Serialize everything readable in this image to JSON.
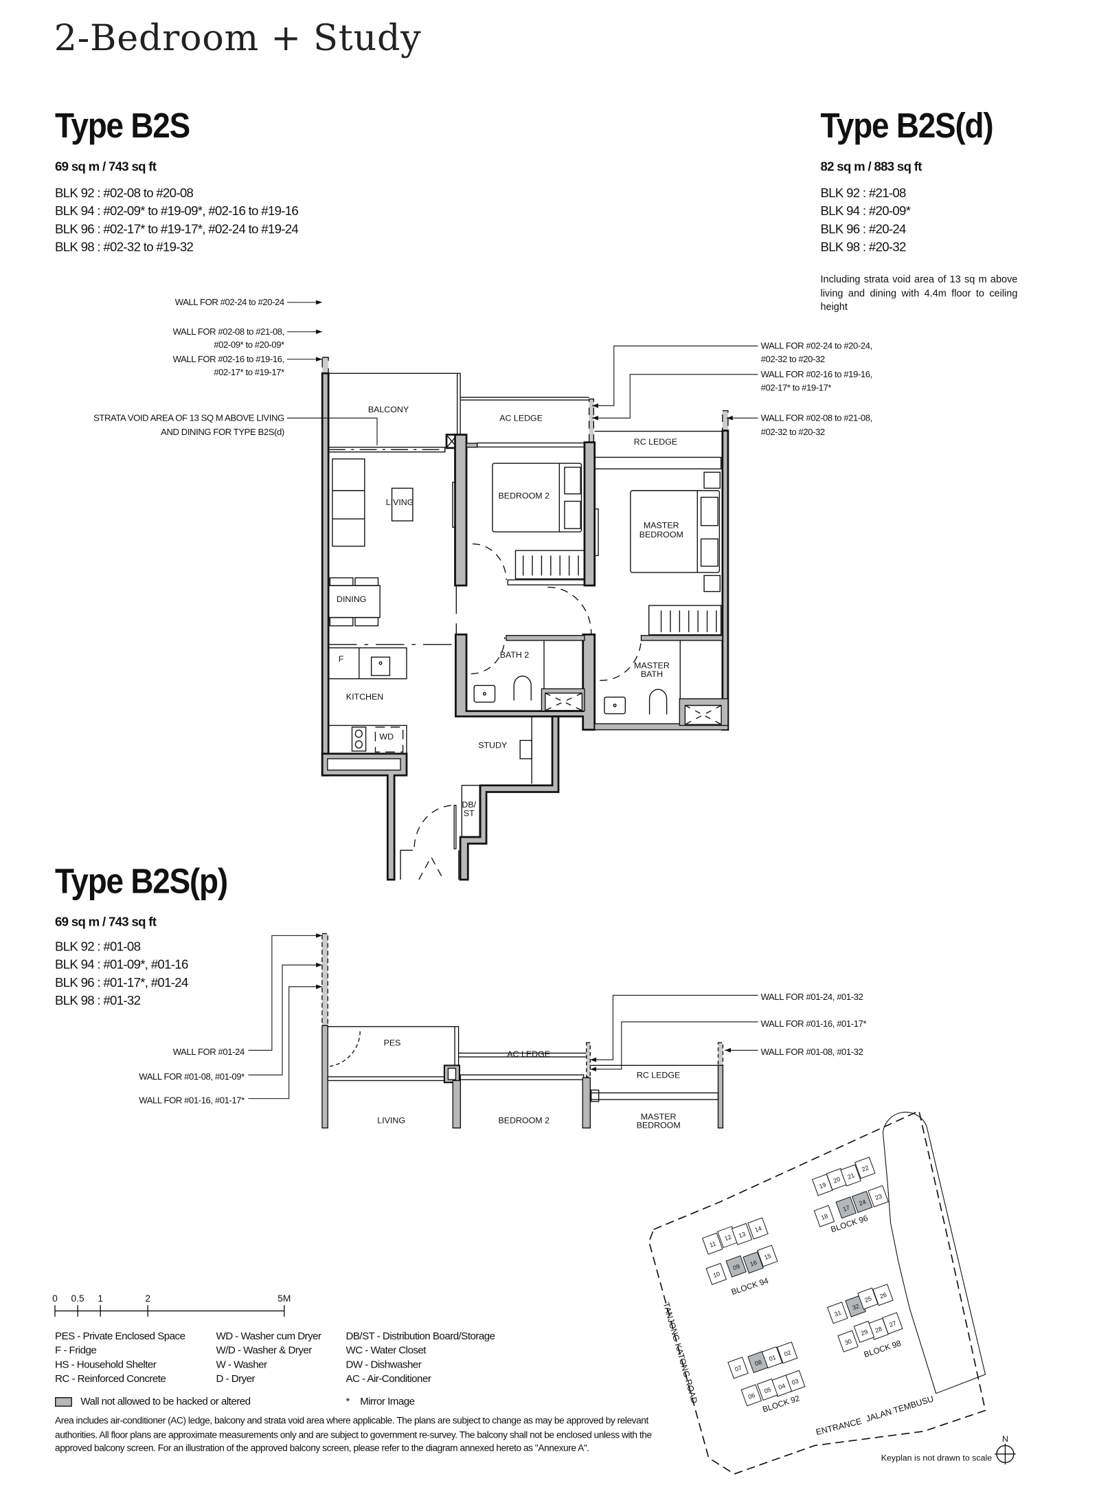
{
  "page_title": "2-Bedroom + Study",
  "units": {
    "b2s": {
      "title": "Type B2S",
      "area": "69 sq m / 743 sq ft",
      "blocks": [
        "BLK 92 : #02-08 to #20-08",
        "BLK 94 : #02-09* to #19-09*, #02-16 to #19-16",
        "BLK 96 : #02-17* to #19-17*, #02-24 to #19-24",
        "BLK 98 : #02-32 to #19-32"
      ]
    },
    "b2sd": {
      "title": "Type B2S(d)",
      "area": "82 sq m / 883 sq ft",
      "blocks": [
        "BLK 92 : #21-08",
        "BLK 94 : #20-09*",
        "BLK 96 : #20-24",
        "BLK 98 : #20-32"
      ],
      "note": "Including strata void area of 13 sq m above living and dining with 4.4m floor to ceiling height"
    },
    "b2sp": {
      "title": "Type B2S(p)",
      "area": "69 sq m / 743 sq ft",
      "blocks": [
        "BLK 92 : #01-08",
        "BLK 94 : #01-09*, #01-16",
        "BLK 96 : #01-17*, #01-24",
        "BLK 98 : #01-32"
      ]
    }
  },
  "main_plan": {
    "callouts_left": [
      [
        "WALL FOR #02-24 to #20-24"
      ],
      [
        "WALL FOR #02-08 to #21-08,",
        "#02-09* to #20-09*"
      ],
      [
        "WALL FOR #02-16 to #19-16,",
        "#02-17* to #19-17*"
      ],
      [
        "STRATA VOID AREA OF 13 SQ M ABOVE LIVING",
        "AND DINING FOR TYPE  B2S(d)"
      ]
    ],
    "callouts_right": [
      [
        "WALL FOR #02-24 to #20-24,",
        "#02-32 to #20-32"
      ],
      [
        "WALL FOR #02-16 to #19-16,",
        "#02-17* to #19-17*"
      ],
      [
        "WALL FOR #02-08 to #21-08,",
        "#02-32 to #20-32"
      ]
    ],
    "rooms": {
      "balcony": "BALCONY",
      "ac_ledge": "AC LEDGE",
      "rc_ledge": "RC LEDGE",
      "living": "LIVING",
      "bedroom2": "BEDROOM 2",
      "master_bedroom": [
        "MASTER",
        "BEDROOM"
      ],
      "dining": "DINING",
      "bath2": "BATH 2",
      "master_bath": [
        "MASTER",
        "BATH"
      ],
      "fridge": "F",
      "kitchen": "KITCHEN",
      "wd": "WD",
      "study": "STUDY",
      "dbst": [
        "DB/",
        "ST"
      ]
    }
  },
  "pes_plan": {
    "callouts_left": [
      "WALL FOR #01-24",
      "WALL FOR #01-08, #01-09*",
      "WALL FOR #01-16, #01-17*"
    ],
    "callouts_right": [
      "WALL FOR #01-24, #01-32",
      "WALL FOR #01-16, #01-17*",
      "WALL FOR #01-08, #01-32"
    ],
    "rooms": {
      "pes": "PES",
      "ac_ledge": "AC LEDGE",
      "rc_ledge": "RC LEDGE",
      "living": "LIVING",
      "bedroom2": "BEDROOM 2",
      "master_bedroom": [
        "MASTER",
        "BEDROOM"
      ]
    }
  },
  "scale_bar": {
    "ticks": [
      "0",
      "0.5",
      "1",
      "2",
      "5M"
    ]
  },
  "legend": {
    "col1": [
      "PES - Private Enclosed Space",
      "F - Fridge",
      "HS - Household Shelter",
      "RC - Reinforced Concrete"
    ],
    "col2": [
      "WD - Washer cum Dryer",
      "W/D - Washer & Dryer",
      "W - Washer",
      "D - Dryer"
    ],
    "col3": [
      "DB/ST - Distribution Board/Storage",
      "WC - Water Closet",
      "DW - Dishwasher",
      "AC - Air-Conditioner"
    ],
    "wall_note": "Wall not allowed to be hacked or altered",
    "mirror_mark": "*",
    "mirror_note": "Mirror Image",
    "wall_swatch_color": "#b8b8b8"
  },
  "disclaimer": "Area includes air-conditioner (AC) ledge, balcony and strata void area where applicable. The plans are subject to change as may be approved by relevant authorities. All floor plans are approximate measurements only and are subject to government re-survey. The balcony shall not be enclosed unless with the approved balcony screen. For an illustration of the approved balcony screen, please refer to the diagram annexed hereto as \"Annexure A\".",
  "keyplan": {
    "blocks": [
      {
        "label": "BLOCK 96",
        "units": [
          "19",
          "20",
          "21",
          "22",
          "23",
          "24",
          "17",
          "18"
        ]
      },
      {
        "label": "BLOCK 94",
        "units": [
          "11",
          "12",
          "13",
          "14",
          "15",
          "16",
          "09",
          "10"
        ]
      },
      {
        "label": "BLOCK 98",
        "units": [
          "31",
          "32",
          "25",
          "26",
          "27",
          "28",
          "29",
          "30"
        ]
      },
      {
        "label": "BLOCK 92",
        "units": [
          "07",
          "08",
          "01",
          "02",
          "03",
          "04",
          "05",
          "06"
        ]
      }
    ],
    "highlighted_units": [
      "17",
      "24",
      "09",
      "16",
      "32",
      "08"
    ],
    "highlight_color": "#b5b8bb",
    "road_west": "TANJONG KATONG ROAD",
    "road_south": "JALAN TEMBUSU",
    "entrance": "ENTRANCE",
    "north": "N",
    "scale_note": "Keyplan is not drawn to scale"
  },
  "colors": {
    "wall_fill": "#b8b8b8",
    "line": "#111111"
  }
}
